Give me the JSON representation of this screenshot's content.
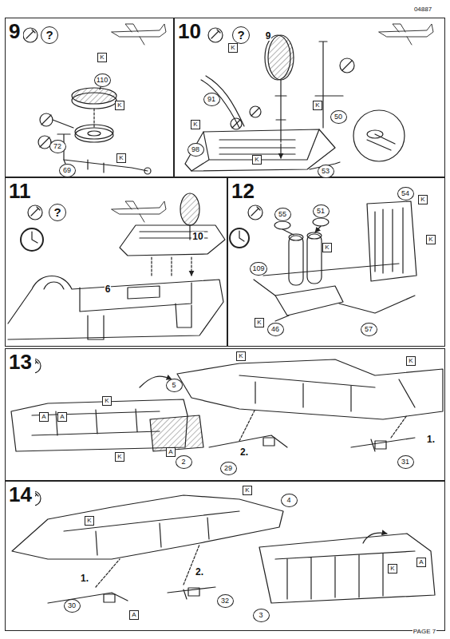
{
  "diagram": {
    "nodes": [
      {
        "text": [
          "9"
        ]
      },
      {
        "text": [
          "10"
        ]
      },
      {
        "text": [
          "11"
        ]
      },
      {
        "text": [
          "12"
        ]
      },
      {
        "text": [
          "13"
        ]
      },
      {
        "text": [
          "14"
        ]
      }
    ],
    "labels": [
      "04887",
      "?",
      "110",
      "72",
      "69",
      "K",
      "K",
      "K",
      "?",
      "9",
      "91",
      "50",
      "98",
      "53",
      "K",
      "K",
      "K",
      "K",
      "?",
      "10",
      "6",
      "55",
      "51",
      "54",
      "109",
      "46",
      "57",
      "K",
      "K",
      "K",
      "K",
      "5",
      "2",
      "29",
      "31",
      "1.",
      "2.",
      "A",
      "A",
      "K",
      "K",
      "A",
      "K",
      "K",
      "4",
      "30",
      "32",
      "3",
      "1.",
      "2.",
      "K",
      "K",
      "A",
      "K",
      "A",
      "PAGE 7"
    ]
  }
}
